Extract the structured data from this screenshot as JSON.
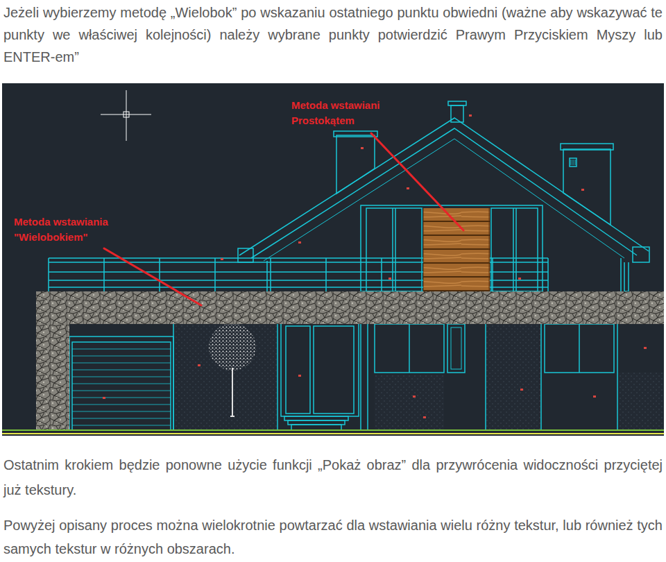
{
  "diagram": {
    "labels": [
      "Jeżeli wybierzemy metodę „Wielobok” po wskazaniu ostatniego punktu obwiedni (ważne aby wskazywać te punkty we właściwej kolejności) należy wybrane punkty potwierdzić Prawym Przyciskiem Myszy lub ENTER-em”",
      "Metoda wstawiani Prostokątem",
      "Metoda wstawiania \"Wielobokiem\"",
      "Ostatnim krokiem będzie ponowne użycie funkcji „Pokaż obraz” dla przywrócenia widoczności przyciętej już tekstury.",
      "Powyżej opisany proces można wielokrotnie powtarzać dla wstawiania wielu różny tekstur, lub również tych samych tekstur w różnych obszarach."
    ]
  }
}
